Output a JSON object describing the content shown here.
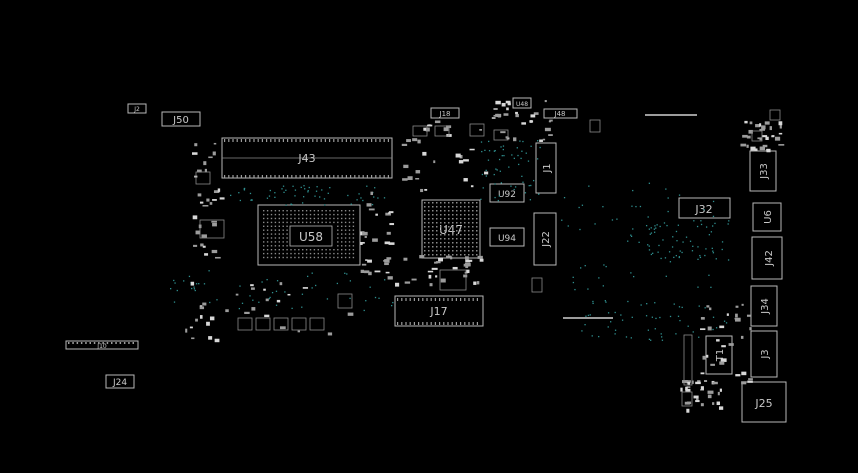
{
  "viewer": {
    "background": "#000000",
    "outline_color": "#b8b8b8",
    "via_color": "#2f8f8f"
  },
  "components": {
    "J2": "J2",
    "J50": "J50",
    "J43": "J43",
    "J18": "J18",
    "U48": "U48",
    "J48": "J48",
    "U58": "U58",
    "U47": "U47",
    "U92": "U92",
    "U94": "U94",
    "J1": "J1",
    "J22": "J22",
    "J17": "J17",
    "J32": "J32",
    "J33": "J33",
    "U6": "U6",
    "J42": "J42",
    "J34": "J34",
    "J3": "J3",
    "T1": "T1",
    "J25": "J25",
    "J24": "J24",
    "J10": "J10"
  }
}
